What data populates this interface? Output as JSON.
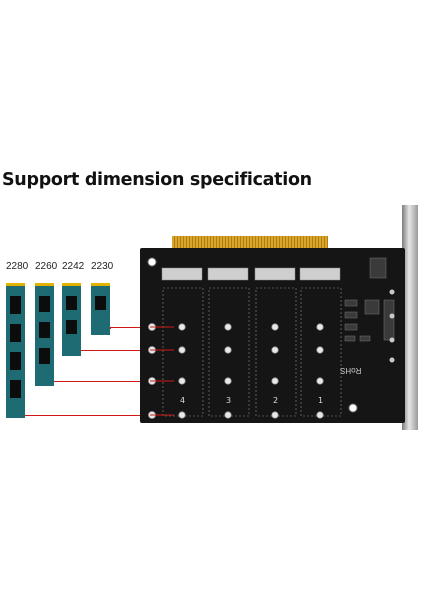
{
  "headline": "Support dimension specification",
  "sizes": [
    "2280",
    "2260",
    "2242",
    "2230"
  ],
  "slots": [
    "4",
    "3",
    "2",
    "1"
  ],
  "colors": {
    "stick": "#1f6b73",
    "pcb": "#151515",
    "lines": "#d01818",
    "gold": "#d9a52a"
  },
  "board_marks": {
    "rohs": "RoHS"
  }
}
